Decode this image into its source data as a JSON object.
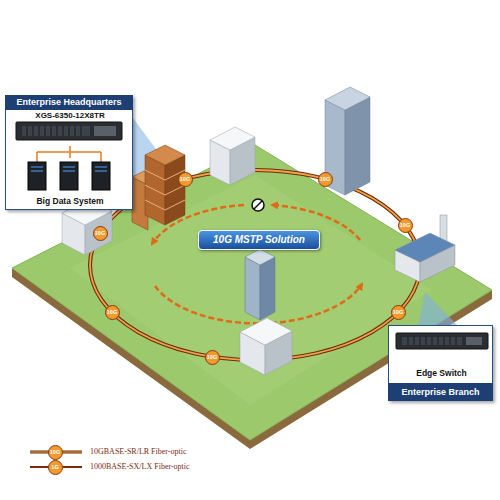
{
  "diagram": {
    "nodes": [
      {
        "text": [
          "Enterprise Headquarters"
        ]
      },
      {
        "text": [
          "XGS-6350-12X8TR"
        ],
        "in": 0
      },
      {
        "text": [
          "Big Data System"
        ],
        "in": 0
      },
      {
        "text": [
          "10G MSTP Solution"
        ]
      },
      {
        "text": [
          "Enterprise Branch"
        ]
      },
      {
        "text": [
          "Edge Switch"
        ],
        "in": 4
      }
    ],
    "edges": [
      {
        "from": 1,
        "to": 2,
        "arrow": "none"
      }
    ],
    "labels": [
      "10G",
      "10G",
      "10G",
      "10G",
      "10G",
      "10G",
      "10G",
      "10G",
      "1G"
    ],
    "legend": [
      {
        "text": "10GBASE-SR/LR Fiber-optic"
      },
      {
        "text": "1000BASE-SX/LX Fiber-optic"
      }
    ]
  }
}
